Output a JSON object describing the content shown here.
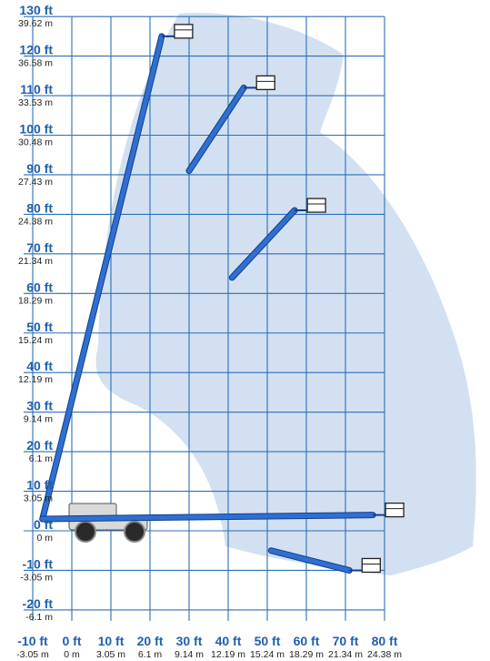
{
  "colors": {
    "grid": "#2b6fb8",
    "envelope": "#d3e0f1",
    "boom": "#2f6fd1",
    "boom_edge": "#123f8a",
    "ft_text": "#1f5fb0",
    "m_text": "#222222",
    "machine": "#d9d9d9",
    "tire": "#2a2a2a"
  },
  "chart_data": {
    "type": "diagram",
    "x_ticks": [
      {
        "ft": "-10 ft",
        "m": "-3.05 m",
        "v": -10
      },
      {
        "ft": "0 ft",
        "m": "0 m",
        "v": 0
      },
      {
        "ft": "10 ft",
        "m": "3.05 m",
        "v": 10
      },
      {
        "ft": "20 ft",
        "m": "6.1 m",
        "v": 20
      },
      {
        "ft": "30 ft",
        "m": "9.14 m",
        "v": 30
      },
      {
        "ft": "40 ft",
        "m": "12.19 m",
        "v": 40
      },
      {
        "ft": "50 ft",
        "m": "15.24 m",
        "v": 50
      },
      {
        "ft": "60 ft",
        "m": "18.29 m",
        "v": 60
      },
      {
        "ft": "70 ft",
        "m": "21.34 m",
        "v": 70
      },
      {
        "ft": "80 ft",
        "m": "24.38 m",
        "v": 80
      }
    ],
    "y_ticks": [
      {
        "ft": "130 ft",
        "m": "39.62 m",
        "v": 130
      },
      {
        "ft": "120 ft",
        "m": "36.58 m",
        "v": 120
      },
      {
        "ft": "110 ft",
        "m": "33.53 m",
        "v": 110
      },
      {
        "ft": "100 ft",
        "m": "30.48 m",
        "v": 100
      },
      {
        "ft": "90 ft",
        "m": "27.43 m",
        "v": 90
      },
      {
        "ft": "80 ft",
        "m": "24.38 m",
        "v": 80
      },
      {
        "ft": "70 ft",
        "m": "21.34 m",
        "v": 70
      },
      {
        "ft": "60 ft",
        "m": "18.29 m",
        "v": 60
      },
      {
        "ft": "50 ft",
        "m": "15.24 m",
        "v": 50
      },
      {
        "ft": "40 ft",
        "m": "12.19 m",
        "v": 40
      },
      {
        "ft": "30 ft",
        "m": "9.14 m",
        "v": 30
      },
      {
        "ft": "20 ft",
        "m": "6.1 m",
        "v": 20
      },
      {
        "ft": "10 ft",
        "m": "3.05 m",
        "v": 10
      },
      {
        "ft": "0 ft",
        "m": "0 m",
        "v": 0
      },
      {
        "ft": "-10 ft",
        "m": "-3.05 m",
        "v": -10
      },
      {
        "ft": "-20 ft",
        "m": "-6.1 m",
        "v": -20
      }
    ],
    "xlim": [
      -10,
      80
    ],
    "ylim": [
      -20,
      130
    ],
    "grid": true,
    "boom_positions": [
      {
        "name": "full-height",
        "x1": -7.5,
        "y1": 3,
        "x2": 23,
        "y2": 125
      },
      {
        "name": "upper-angled",
        "x1": 30,
        "y1": 91,
        "x2": 44,
        "y2": 112
      },
      {
        "name": "mid-angled",
        "x1": 41,
        "y1": 64,
        "x2": 57,
        "y2": 81
      },
      {
        "name": "horizontal",
        "x1": -7.5,
        "y1": 3,
        "x2": 77,
        "y2": 4
      },
      {
        "name": "below-grade",
        "x1": 51,
        "y1": -5,
        "x2": 71,
        "y2": -10
      }
    ]
  }
}
